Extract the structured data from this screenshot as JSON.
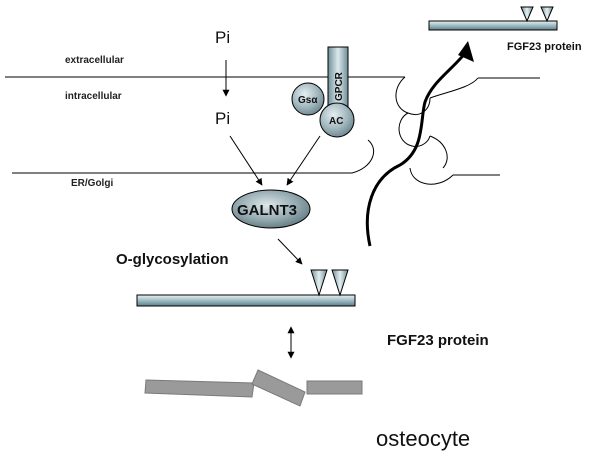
{
  "labels": {
    "extracellular": "extracellular",
    "intracellular": "intracellular",
    "er_golgi": "ER/Golgi",
    "pi_top": "Pi",
    "pi_mid": "Pi",
    "gpcr": "GPCR",
    "gs_alpha": "Gsα",
    "ac": "AC",
    "galnt3": "GALNT3",
    "o_glycosylation": "O-glycosylation",
    "fgf23_top": "FGF23 protein",
    "fgf23_main": "FGF23 protein",
    "osteocyte": "osteocyte"
  },
  "colors": {
    "protein_fill": "#9fbcc4",
    "line": "#000000",
    "background": "#ffffff"
  }
}
